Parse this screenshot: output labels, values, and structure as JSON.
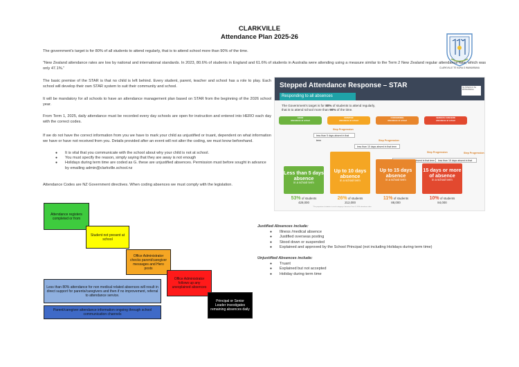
{
  "header": {
    "school": "CLARKVILLE",
    "plan_title": "Attendance Plan 2025-26"
  },
  "logo": {
    "caption": "CLARKVILLE TE KURA O WAIMARAMA",
    "icon": "school-crest-icon"
  },
  "paragraphs": {
    "p1": "The government's target is for 80% of all students to attend regularly, that is to attend school more than 90% of the time.",
    "p2": "“New Zealand attendance rates are low by national and international standards. In 2023, 80.6% of students in England and 61.6% of students in Australia were attending using a measure similar to the Term 2 New Zealand regular attendance rate, which was only 47.1%.”",
    "p3": "The basic premise of the STAR is that no child is left behind. Every student, parent, teacher and school has a role to play. Each school will develop their own STAR system to suit their community and school.",
    "p4": "It will be mandatory for all schools to have an attendance management plan based on STAR from the beginning of the 2026 school year.",
    "p5": "From Term 1, 2025, daily attendance must be recorded every day schools are open for instruction and entered into HERO each day with the correct codes.",
    "p6": "If we do not have the correct information from you we have to mark your child as unjustified or truant, dependent on what information we have or have not received from you. Details provided after an event will not alter the coding, we must know beforehand.",
    "p7": "Attendance Codes are NZ Government directives. When coding absences we must comply with the legislation."
  },
  "bullets": [
    "It is vital that you communicate with the school about why your child is not at school.",
    "You must specify the reason, simply saying that they are away is not enough",
    "Holidays during term time are coded as G. these are unjustified absences. Permission must before sought in advance by emailing admin@clarkville.school.nz"
  ],
  "star": {
    "title": "Stepped Attendance Response – STAR",
    "subtitle": "Responding to all absences",
    "target_line1_pre": "The Government's target is for ",
    "target_line1_bold": "80%",
    "target_line1_post": " of students to attend regularly,",
    "target_line2_pre": "that is to attend school more than ",
    "target_line2_bold": "90%",
    "target_line2_post": " of the time.",
    "org": "TE TĀHUHU O TE MĀTAURANGA",
    "pills": [
      {
        "label": "GOOD",
        "sub": "attendance at school",
        "color": "#6db33f"
      },
      {
        "label": "MONITOR",
        "sub": "attendance at school",
        "color": "#f5a623"
      },
      {
        "label": "CONCERNING",
        "sub": "attendance at school",
        "color": "#e8862c"
      },
      {
        "label": "SERIOUS CONCERN",
        "sub": "attendance at school",
        "color": "#e2492f"
      }
    ],
    "progressions": [
      {
        "label": "Step Progression",
        "box": "less than 5 days absent in that term"
      },
      {
        "label": "Step Progression",
        "box": "less than 10 days absent in that term"
      },
      {
        "label": "Step Progression",
        "box": "less than 15 days absent in that term"
      },
      {
        "label": "Step Progression",
        "box": "less than 15 days absent in that term"
      }
    ],
    "columns": [
      {
        "big": "Less than 5 days absence",
        "small": "in a school term",
        "pct": "53%",
        "pct_tail": " of students",
        "count": "428,000",
        "color": "#6db33f"
      },
      {
        "big": "Up to 10 days absence",
        "small": "in a school term",
        "pct": "26%",
        "pct_tail": " of students",
        "count": "212,000",
        "color": "#f5a623"
      },
      {
        "big": "Up to 15 days absence",
        "small": "in a school term",
        "pct": "11%",
        "pct_tail": " of students",
        "count": "88,000",
        "color": "#e8862c"
      },
      {
        "big": "15 days or more of absence",
        "small": "in a school term",
        "pct": "10%",
        "pct_tail": " of students",
        "count": "84,000",
        "color": "#e2492f"
      }
    ],
    "footnote": "*The proportion of students in each category is based on Term 2, 2024 attendance data."
  },
  "flow": {
    "b1": "Attendance registers completed or from",
    "b2": "Student not present at school",
    "b3": "Office Administrator checks parent/caregiver messages and Hero posts",
    "b4": "Office Administrator follows up any unexplained absences",
    "b5": "Principal or Senior Leader investigates remaining absences daily",
    "b6": "Less than 80% attendance for non medical related absences will result in direct support for parents/caregivers and then if no improvement, referral to attendance service.",
    "b7": "Parent/caregiver attendance information ongoing through school communication channels"
  },
  "justified": {
    "heading": "Justified Absences include:",
    "items": [
      "Illness /medical absence",
      "Justified overseas posting",
      "Stood down or suspended",
      "Explained and approved by the School Principal (not including Holidays during term time)"
    ]
  },
  "unjustified": {
    "heading": "Unjustified Absences include:",
    "items": [
      "Truant",
      "Explained but not accepted",
      "Holiday during term time"
    ]
  }
}
